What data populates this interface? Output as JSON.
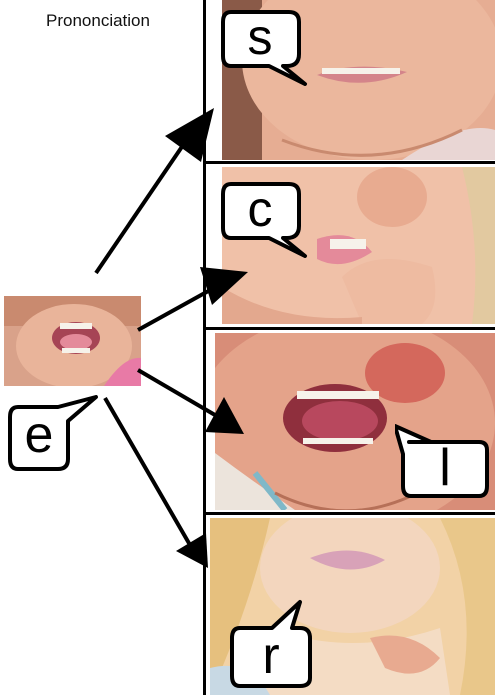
{
  "title": "Prononciation",
  "source_phoneme": "e",
  "targets": [
    {
      "letter": "s"
    },
    {
      "letter": "c"
    },
    {
      "letter": "l"
    },
    {
      "letter": "r"
    }
  ],
  "colors": {
    "skin": "#e9b49a",
    "skin_dark": "#c98a6f",
    "lips": "#d98a8e",
    "teeth": "#f6f2ea",
    "hair": "#e8c98a",
    "shirt_pink": "#e87aa6"
  }
}
